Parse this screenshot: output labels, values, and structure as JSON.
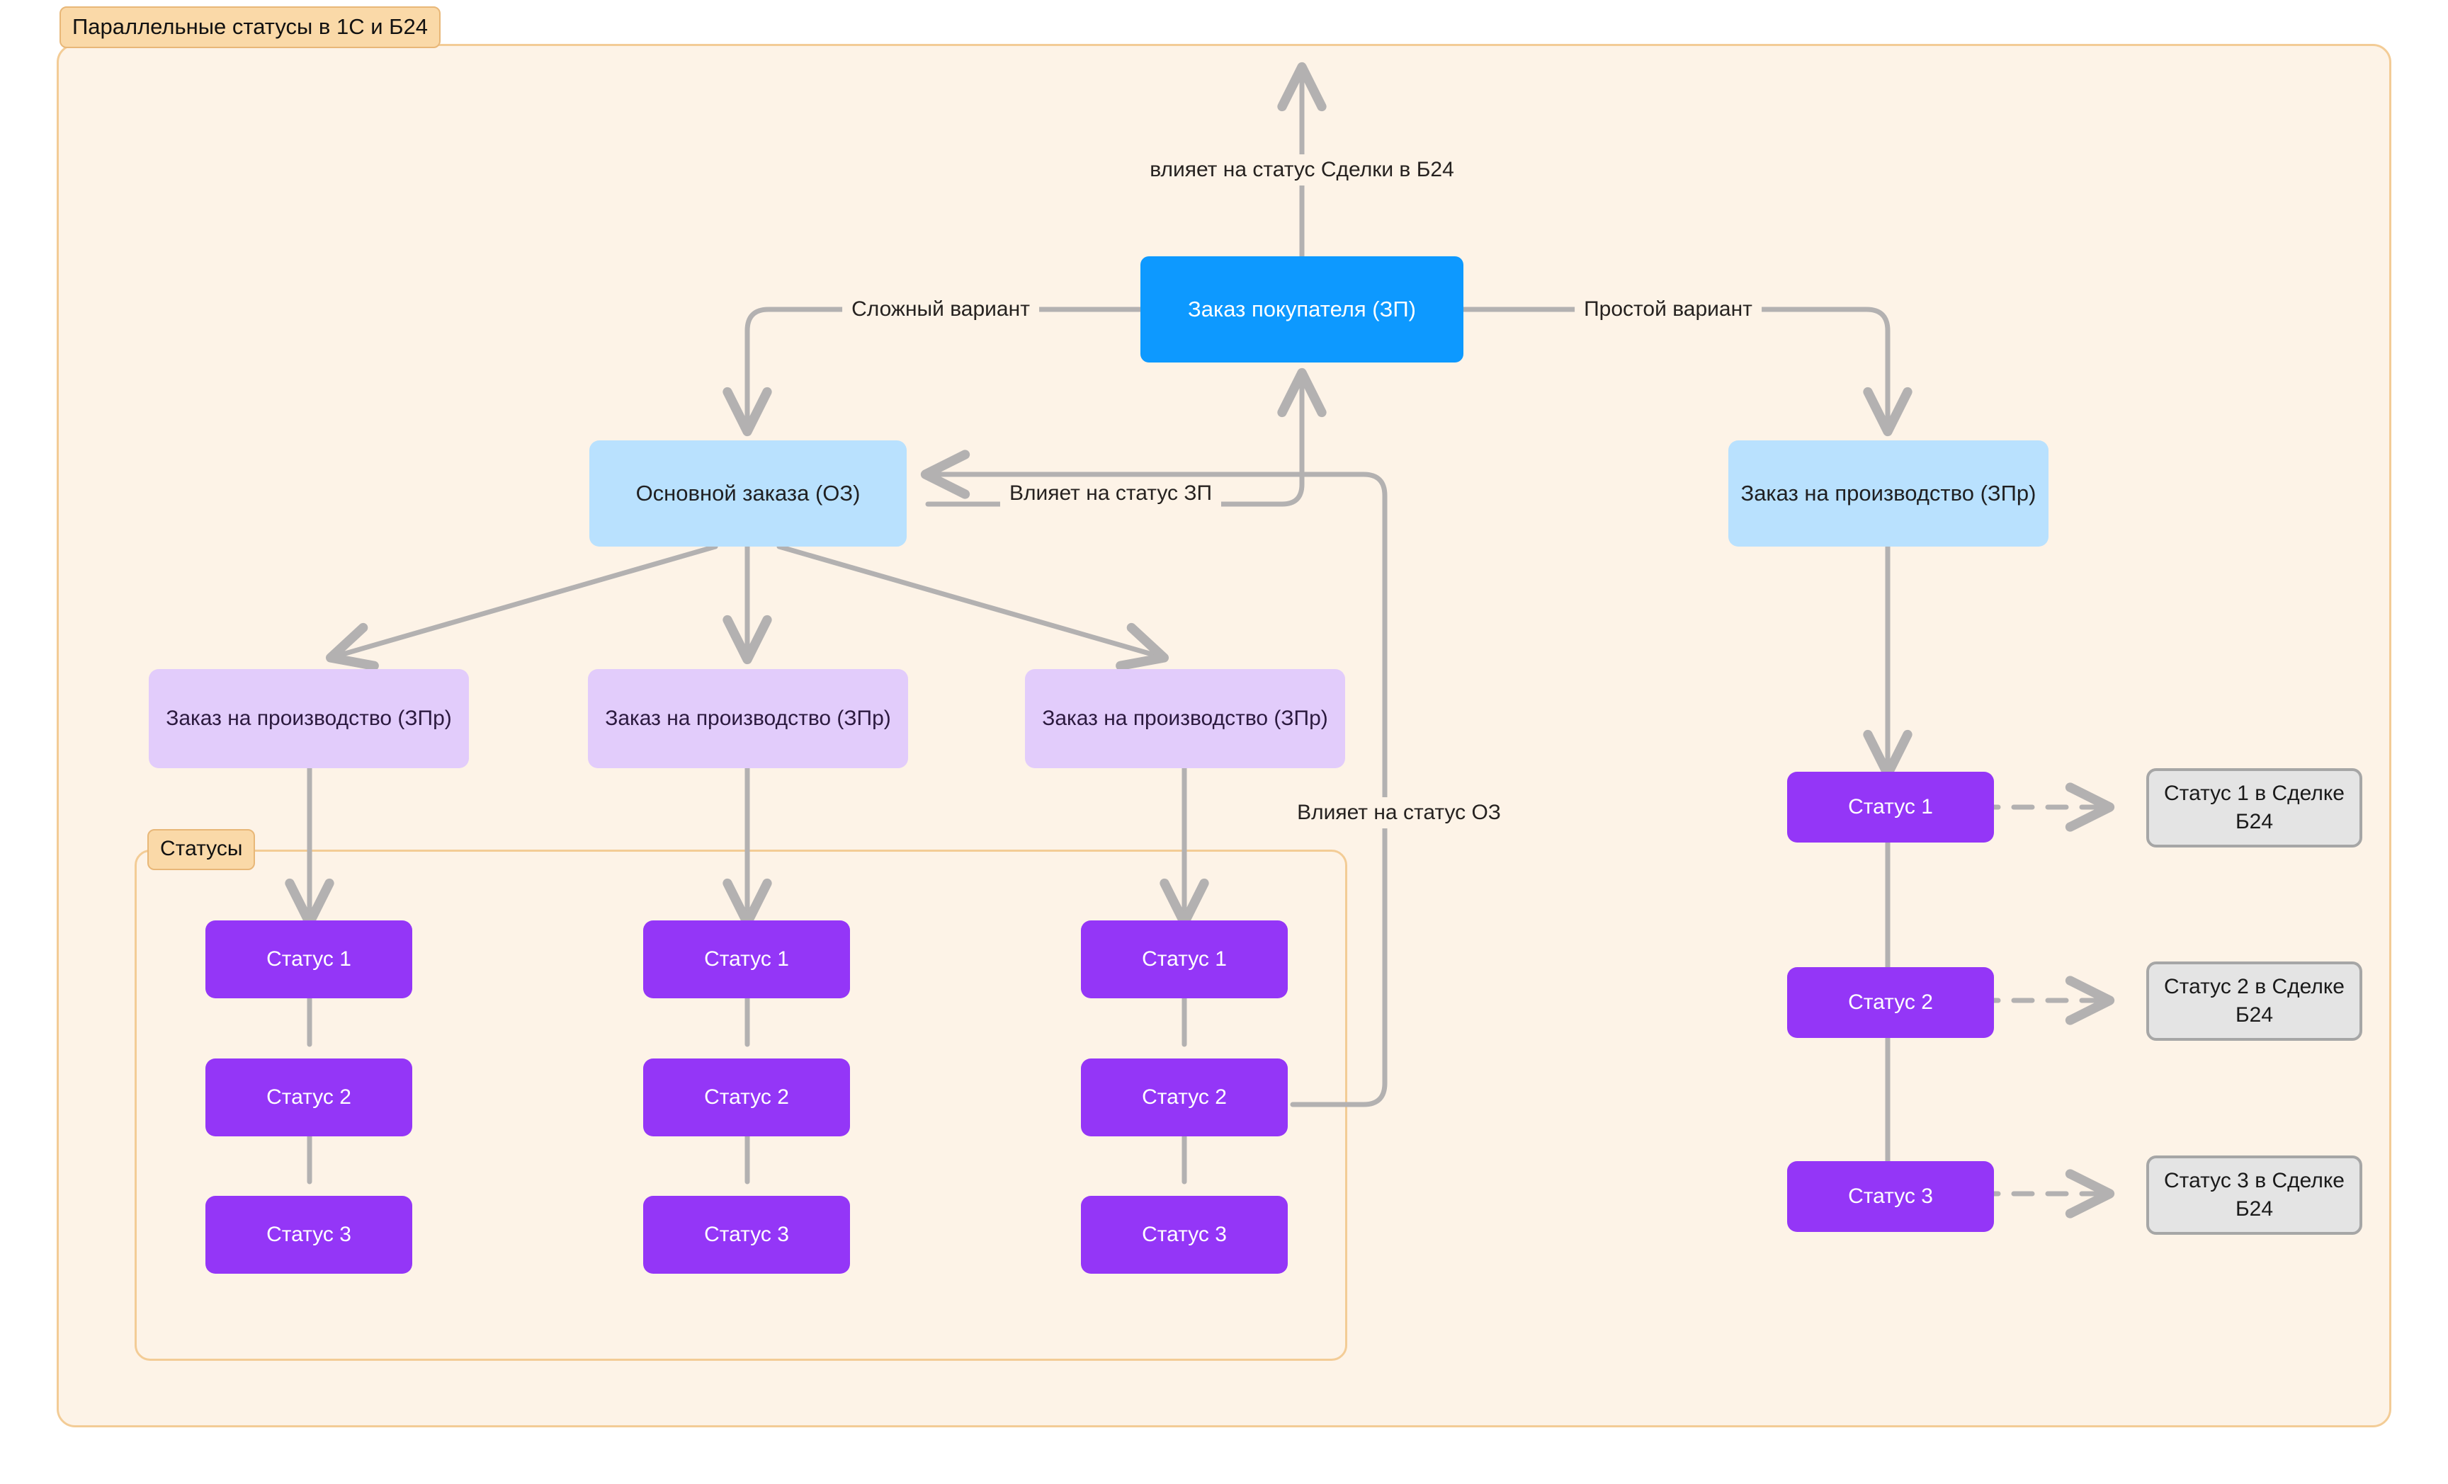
{
  "diagram": {
    "title_tag": "Параллельные статусы в 1С и Б24",
    "status_group_tag": "Статусы",
    "colors": {
      "panel_bg": "#fdf3e7",
      "panel_border": "#f3cc96",
      "tag_bg": "#fad9a8",
      "primary_blue": "#0d99ff",
      "light_blue": "#b9e1fe",
      "lilac": "#e2ccfb",
      "purple": "#9436f7",
      "gray_box": "#e4e4e4",
      "gray_border": "#a6a6a6",
      "connector": "#b3b1b1",
      "text_dark": "#262220"
    }
  },
  "nodes": {
    "order_customer": "Заказ покупателя (ЗП)",
    "main_order": "Основной заказа (ОЗ)",
    "production_order_1": "Заказ на производство (ЗПр)",
    "production_order_2": "Заказ на производство (ЗПр)",
    "production_order_3": "Заказ на производство (ЗПр)",
    "production_order_simple": "Заказ на производство (ЗПр)",
    "status_col1": [
      "Статус 1",
      "Статус 2",
      "Статус 3"
    ],
    "status_col2": [
      "Статус 1",
      "Статус 2",
      "Статус 3"
    ],
    "status_col3": [
      "Статус 1",
      "Статус 2",
      "Статус 3"
    ],
    "status_simple": [
      "Статус 1",
      "Статус 2",
      "Статус 3"
    ],
    "b24_statuses": [
      "Статус 1 в Сделке Б24",
      "Статус 2 в Сделке Б24",
      "Статус 3 в Сделке Б24"
    ]
  },
  "edge_labels": {
    "affects_deal_b24": "влияет на статус Сделки в Б24",
    "complex_variant": "Сложный вариант",
    "simple_variant": "Простой вариант",
    "affects_zp": "Влияет на статус ЗП",
    "affects_oz": "Влияет на статус ОЗ"
  }
}
